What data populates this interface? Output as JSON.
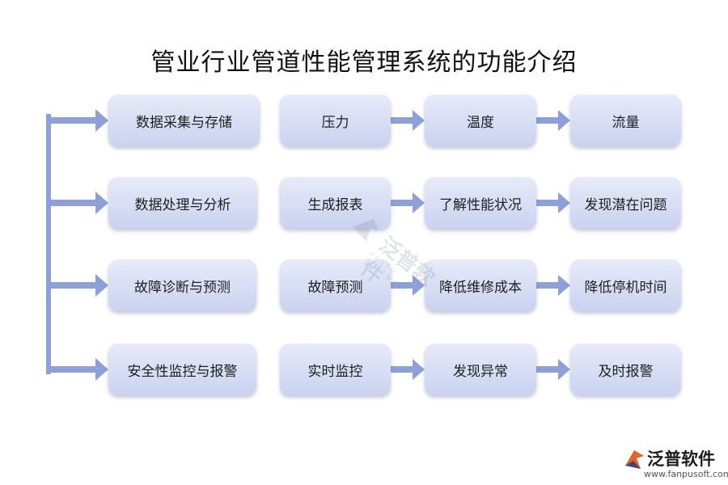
{
  "title": "管业行业管道性能管理系统的功能介绍",
  "rows": [
    {
      "function": "数据采集与存储",
      "items": [
        "压力",
        "温度",
        "流量"
      ]
    },
    {
      "function": "数据处理与分析",
      "items": [
        "生成报表",
        "了解性能状况",
        "发现潜在问题"
      ]
    },
    {
      "function": "故障诊断与预测",
      "items": [
        "故障预测",
        "降低维修成本",
        "降低停机时间"
      ]
    },
    {
      "function": "安全性监控与报警",
      "items": [
        "实时监控",
        "发现异常",
        "及时报警"
      ]
    }
  ],
  "watermark": {
    "name": "泛普软件",
    "sub": "FANPU SOFTWARE"
  },
  "logo": {
    "name": "泛普软件",
    "url": "www.fanpusoft.com"
  },
  "colors": {
    "arrow": "#8ea0d8",
    "node_top": "#e7ebf9",
    "node_bottom": "#c9d2ef",
    "logo_orange": "#e8632a"
  }
}
